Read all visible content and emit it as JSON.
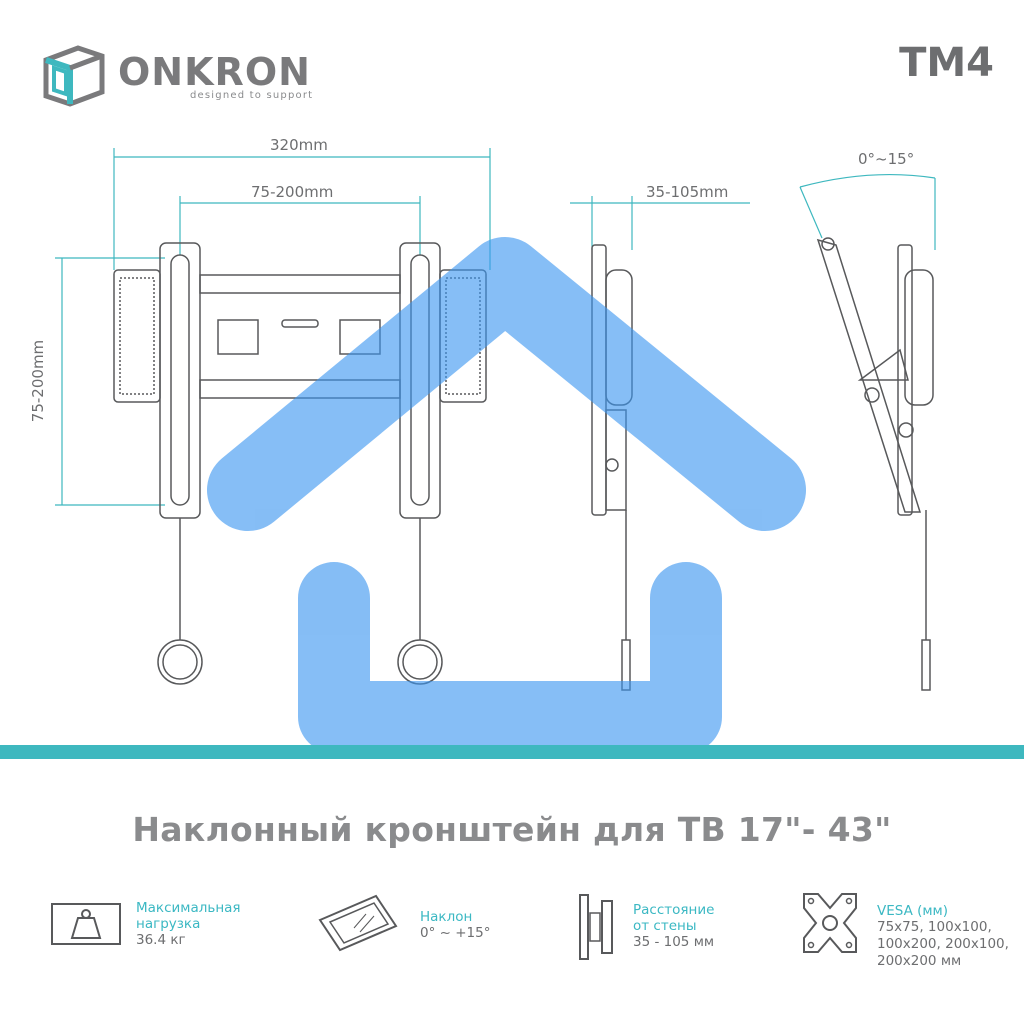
{
  "brand": {
    "name": "ONKRON",
    "tagline": "designed to support"
  },
  "model": "TM4",
  "dimensions": {
    "width": "320mm",
    "vesa_horizontal": "75-200mm",
    "vesa_vertical": "75-200mm",
    "wall_distance": "35-105mm",
    "tilt": "0°~15°"
  },
  "title": "Наклонный кронштейн для ТВ  17\"- 43\"",
  "features": [
    {
      "icon": "weight-icon",
      "label_lines": [
        "Максимальная",
        "нагрузка"
      ],
      "value_lines": [
        "36.4 кг"
      ]
    },
    {
      "icon": "tilt-icon",
      "label_lines": [
        "Наклон"
      ],
      "value_lines": [
        "0° ~ +15°"
      ]
    },
    {
      "icon": "wall-distance-icon",
      "label_lines": [
        "Расстояние",
        "от стены"
      ],
      "value_lines": [
        "35 - 105 мм"
      ]
    },
    {
      "icon": "vesa-icon",
      "label_lines": [
        "VESA (мм)"
      ],
      "value_lines": [
        "75x75, 100x100,",
        "100x200, 200x100,",
        "200x200 мм"
      ]
    }
  ],
  "colors": {
    "accent": "#3eb8bf",
    "text": "#6d6e70",
    "overlay": "#3c96f0"
  }
}
